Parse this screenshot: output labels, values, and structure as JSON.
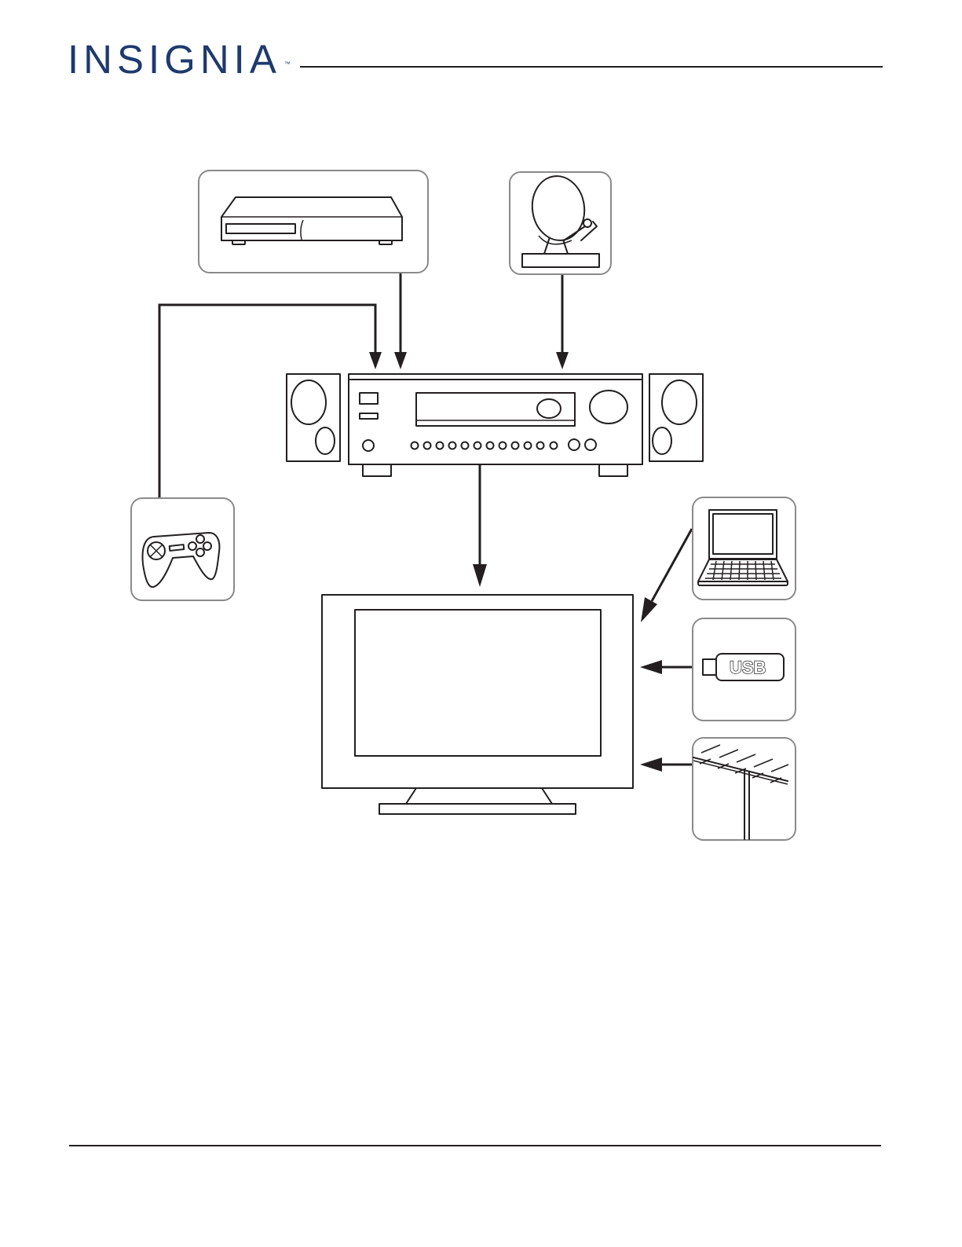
{
  "header": {
    "brand": "INSIGNIA",
    "trademark": "™",
    "brand_color": "#1e3a6e"
  },
  "diagram": {
    "nodes": [
      "dvd-player",
      "satellite-dish",
      "av-receiver",
      "speaker-left",
      "speaker-right",
      "game-controller",
      "laptop",
      "usb-flash-drive",
      "tv-antenna",
      "television"
    ],
    "connections": [
      {
        "from": "game-controller",
        "to": "av-receiver"
      },
      {
        "from": "dvd-player",
        "to": "av-receiver"
      },
      {
        "from": "satellite-dish",
        "to": "av-receiver"
      },
      {
        "from": "av-receiver",
        "to": "television"
      },
      {
        "from": "laptop",
        "to": "television"
      },
      {
        "from": "usb-flash-drive",
        "to": "television"
      },
      {
        "from": "tv-antenna",
        "to": "television"
      }
    ],
    "usb_label": "USB",
    "line_color": "#231f20",
    "panel_border_color": "#8a8a8a"
  }
}
